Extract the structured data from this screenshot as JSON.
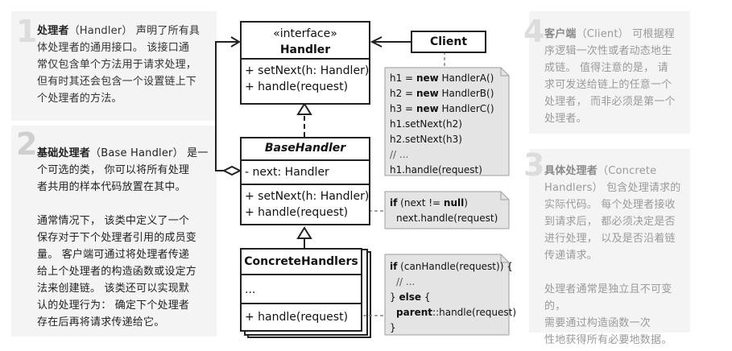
{
  "panels": {
    "p1": {
      "num": "1",
      "title": "处理者",
      "text_a": "（Handler） 声明了所有具",
      "text_b": "体处理者的通用接口。 该接口通",
      "text_c": "常仅包含单个方法用于请求处理，",
      "text_d": "但有时其还会包含一个设置链上下",
      "text_e": "个处理者的方法。"
    },
    "p2": {
      "num": "2",
      "title": "基础处理者",
      "text_a": "（Base Handler） 是一",
      "text_b": "个可选的类， 你可以将所有处理",
      "text_c": "者共用的样本代码放置在其中。",
      "text_d": "通常情况下， 该类中定义了一个",
      "text_e": "保存对于下个处理者引用的成员变",
      "text_f": "量。 客户端可通过将处理者传递",
      "text_g": "给上个处理者的构造函数或设定方",
      "text_h": "法来创建链。 该类还可以实现默",
      "text_i": "认的处理行为： 确定下个处理者",
      "text_j": "存在后再将请求传递给它。"
    },
    "p3": {
      "num": "3",
      "title": "具体处理者",
      "text_a": "（Concrete",
      "text_b": "Handlers） 包含处理请求的",
      "text_c": "实际代码。 每个处理者接收",
      "text_d": "到请求后， 都必须决定是否",
      "text_e": "进行处理， 以及是否沿着链",
      "text_f": "传递请求。",
      "text_g": "处理者通常是独立且不可变的，",
      "text_h": "需要通过构造函数一次",
      "text_i": "性地获得所有必要地数据。"
    },
    "p4": {
      "num": "4",
      "title": "客户端",
      "text_a": "（Client） 可根据程",
      "text_b": "序逻辑一次性或者动态地生",
      "text_c": "成链。 值得注意的是， 请",
      "text_d": "求可发送给链上的任意一个",
      "text_e": "处理者， 而非必须是第一个",
      "text_f": "处理者。"
    }
  },
  "handler": {
    "stereotype": "«interface»",
    "name": "Handler",
    "m1": "+ setNext(h: Handler)",
    "m2": "+ handle(request)"
  },
  "base": {
    "name": "BaseHandler",
    "field": "- next: Handler",
    "m1": "+ setNext(h: Handler)",
    "m2": "+ handle(request)"
  },
  "concrete": {
    "name": "ConcreteHandlers",
    "field": "...",
    "m1": "+ handle(request)"
  },
  "client": {
    "name": "Client"
  },
  "note_client": {
    "l1a": "h1 = ",
    "l1k": "new",
    "l1b": " HandlerA()",
    "l2a": "h2 = ",
    "l2k": "new",
    "l2b": " HandlerB()",
    "l3a": "h3 = ",
    "l3k": "new",
    "l3b": " HandlerC()",
    "l4": "h1.setNext(h2)",
    "l5": "h2.setNext(h3)",
    "l6": "// ...",
    "l7": "h1.handle(request)"
  },
  "note_base": {
    "l1a": "if",
    "l1b": " (next != ",
    "l1k": "null",
    "l1c": ")",
    "l2": "next.handle(request)"
  },
  "note_concrete": {
    "l1k": "if",
    "l1b": " (canHandle(request)) {",
    "l2": "// ...",
    "l3a": "} ",
    "l3k": "else",
    "l3b": " {",
    "l4k": "parent",
    "l4b": "::handle(request)",
    "l5": "}"
  },
  "colors": {
    "panel_bg": "#f4f4f4",
    "number": "#dcdcdc",
    "note_bg": "#e4e4e4",
    "line": "#222222"
  }
}
